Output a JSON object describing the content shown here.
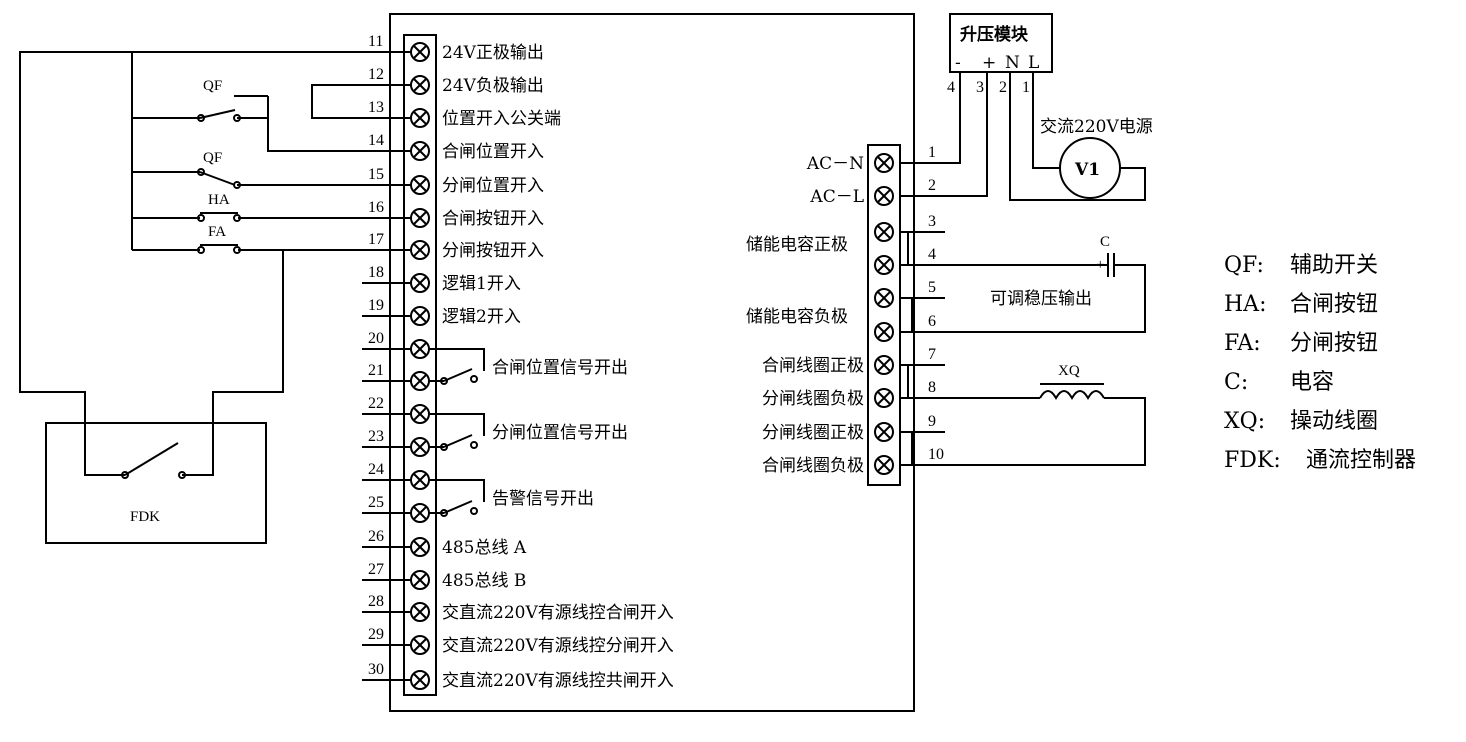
{
  "left_terminals": [
    {
      "num": "11",
      "label": "24V正极输出"
    },
    {
      "num": "12",
      "label": "24V负极输出"
    },
    {
      "num": "13",
      "label": "位置开入公关端"
    },
    {
      "num": "14",
      "label": "合闸位置开入"
    },
    {
      "num": "15",
      "label": "分闸位置开入"
    },
    {
      "num": "16",
      "label": "合闸按钮开入"
    },
    {
      "num": "17",
      "label": "分闸按钮开入"
    },
    {
      "num": "18",
      "label": "逻辑1开入"
    },
    {
      "num": "19",
      "label": "逻辑2开入"
    },
    {
      "num": "20",
      "label": ""
    },
    {
      "num": "21",
      "label": ""
    },
    {
      "num": "22",
      "label": ""
    },
    {
      "num": "23",
      "label": ""
    },
    {
      "num": "24",
      "label": ""
    },
    {
      "num": "25",
      "label": ""
    },
    {
      "num": "26",
      "label": "485总线 A"
    },
    {
      "num": "27",
      "label": "485总线 B"
    },
    {
      "num": "28",
      "label": "交直流220V有源线控合闸开入"
    },
    {
      "num": "29",
      "label": "交直流220V有源线控分闸开入"
    },
    {
      "num": "30",
      "label": "交直流220V有源线控共闸开入"
    }
  ],
  "relay_outputs": [
    "合闸位置信号开出",
    "分闸位置信号开出",
    "告警信号开出"
  ],
  "right_terminals": [
    {
      "num": "1",
      "label": "AC－N"
    },
    {
      "num": "2",
      "label": "AC－L"
    },
    {
      "num": "3",
      "label": ""
    },
    {
      "num": "4",
      "label": ""
    },
    {
      "num": "5",
      "label": ""
    },
    {
      "num": "6",
      "label": ""
    },
    {
      "num": "7",
      "label": "合闸线圈正极"
    },
    {
      "num": "8",
      "label": "分闸线圈负极"
    },
    {
      "num": "9",
      "label": "分闸线圈正极"
    },
    {
      "num": "10",
      "label": "合闸线圈负极"
    }
  ],
  "cap_labels": {
    "pos": "储能电容正极",
    "neg": "储能电容负极"
  },
  "components": {
    "qf1": "QF",
    "qf2": "QF",
    "ha": "HA",
    "fa": "FA",
    "fdk": "FDK",
    "capacitor": "C",
    "coil": "XQ",
    "source": "V1",
    "source_label": "交流220V电源",
    "regulator_label": "可调稳压输出",
    "module_title": "升压模块",
    "module_pins": [
      "-",
      "+",
      "N",
      "L"
    ],
    "module_pin_nums": [
      "4",
      "3",
      "2",
      "1"
    ]
  },
  "legend": [
    {
      "code": "QF:",
      "desc": "辅助开关"
    },
    {
      "code": "HA:",
      "desc": "合闸按钮"
    },
    {
      "code": "FA:",
      "desc": "分闸按钮"
    },
    {
      "code": "C:",
      "desc": "电容"
    },
    {
      "code": "XQ:",
      "desc": "操动线圈"
    },
    {
      "code": "FDK:",
      "desc": "通流控制器"
    }
  ]
}
